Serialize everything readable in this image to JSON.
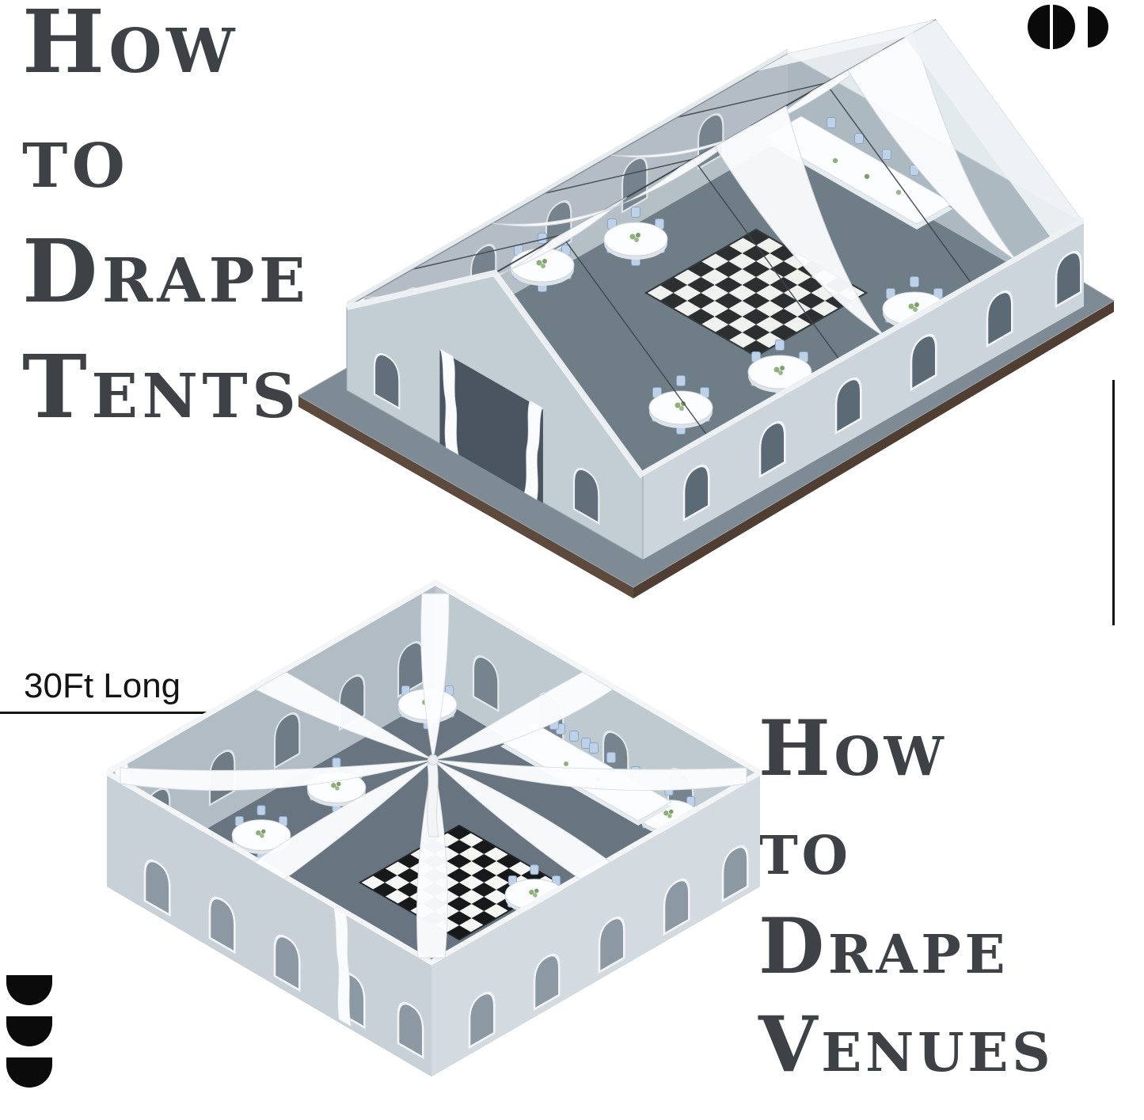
{
  "titles": {
    "tents": {
      "lines": [
        "How",
        "to",
        "Drape",
        "Tents"
      ]
    },
    "venues": {
      "lines": [
        "How",
        "to",
        "Drape",
        "Venues"
      ]
    }
  },
  "annotations": {
    "drape_length_label": "30Ft Long"
  },
  "icons": {
    "top_right": "paired-half-circle-marks",
    "bottom_left": "stacked-half-circle-marks"
  },
  "colors": {
    "title": "#3e4246",
    "dimension_line": "#141414",
    "wall_outer": "#cdd5dc",
    "wall_inner": "#b2bcc4",
    "floor": "#66737c",
    "slab": "#7e8b94",
    "slab_rim": "#5e4a3c",
    "drape": "#fcfdfe",
    "chair": "#bdd2e8",
    "tablecloth": "#fcfdfe",
    "checker_dark": "#17181a",
    "checker_light": "#f6f6f4"
  }
}
